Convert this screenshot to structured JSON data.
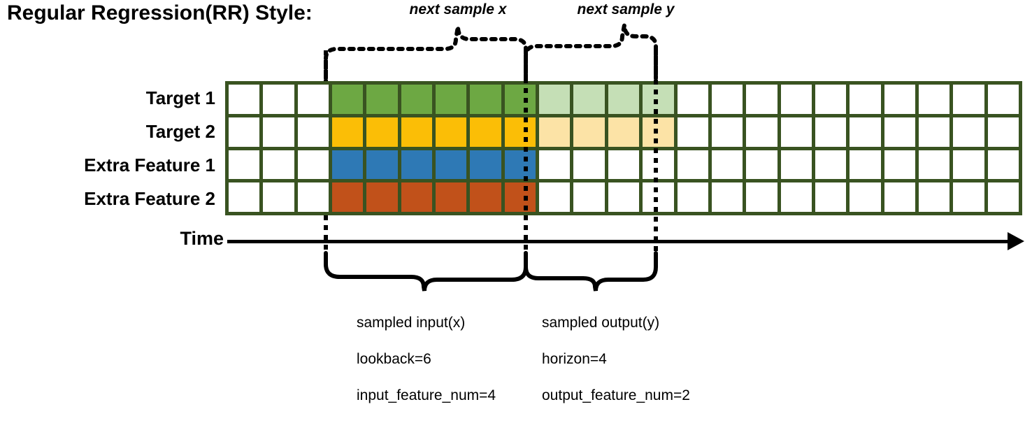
{
  "title": "Regular Regression(RR) Style:",
  "rows": [
    {
      "label": "Target 1",
      "color": "#6DA843",
      "light": "#C5DFB6"
    },
    {
      "label": "Target 2",
      "color": "#FBBE06",
      "light": "#FCE3A6"
    },
    {
      "label": "Extra Feature 1",
      "color": "#2E79B5",
      "light": ""
    },
    {
      "label": "Extra Feature 2",
      "color": "#C1511A",
      "light": ""
    }
  ],
  "grid": {
    "total_columns": 23,
    "leading_blank_columns": 3,
    "input_columns": 6,
    "output_columns": 4,
    "trailing_blank_columns": 10,
    "border_color": "#395321",
    "empty_color": "#FFFFFF"
  },
  "axis": {
    "label": "Time"
  },
  "top_annotations": [
    {
      "text": "next sample x"
    },
    {
      "text": "next sample y"
    }
  ],
  "bottom_annotations": [
    {
      "line1": "sampled input(x)",
      "line2": "lookback=6",
      "line3": "input_feature_num=4"
    },
    {
      "line1": "sampled output(y)",
      "line2": "horizon=4",
      "line3": "output_feature_num=2"
    }
  ]
}
